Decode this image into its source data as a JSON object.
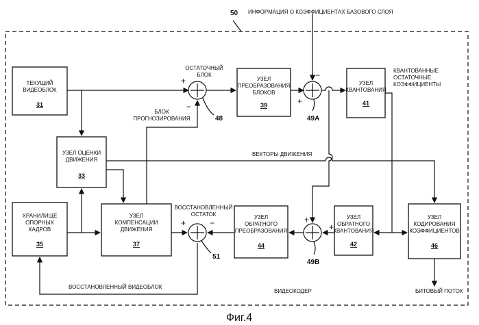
{
  "figure_number": "50",
  "caption": "Фиг.4",
  "encoder_label": "ВИДЕОКОДЕР",
  "blocks": {
    "current": {
      "lines": [
        "ТЕКУЩИЙ",
        "ВИДЕОБЛОК"
      ],
      "ref": "31"
    },
    "motion_est": {
      "lines": [
        "УЗЕЛ ОЦЕНКИ",
        "ДВИЖЕНИЯ"
      ],
      "ref": "33"
    },
    "ref_store": {
      "lines": [
        "ХРАНИЛИЩЕ",
        "ОПОРНЫХ",
        "КАДРОВ"
      ],
      "ref": "35"
    },
    "motion_comp": {
      "lines": [
        "УЗЕЛ",
        "КОМПЕНСАЦИИ",
        "ДВИЖЕНИЯ"
      ],
      "ref": "37"
    },
    "transform": {
      "lines": [
        "УЗЕЛ",
        "ПРЕОБРАЗОВАНИЯ",
        "БЛОКОВ"
      ],
      "ref": "39"
    },
    "quant": {
      "lines": [
        "УЗЕЛ",
        "КВАНТОВАНИЯ"
      ],
      "ref": "41"
    },
    "inv_quant": {
      "lines": [
        "УЗЕЛ",
        "ОБРАТНОГО",
        "КВАНТОВАНИЯ"
      ],
      "ref": "42"
    },
    "inv_transform": {
      "lines": [
        "УЗЕЛ",
        "ОБРАТНОГО",
        "ПРЕОБРАЗОВАНИЯ"
      ],
      "ref": "44"
    },
    "entropy": {
      "lines": [
        "УЗЕЛ",
        "КОДИРОВАНИЯ",
        "КОЭФФИЦИЕНТОВ"
      ],
      "ref": "46"
    }
  },
  "adders": {
    "a48": "48",
    "a49a": "49А",
    "a49b": "49В",
    "a51": "51"
  },
  "signs": {
    "plus": "+",
    "minus": "−"
  },
  "labels": {
    "base_layer": "ИНФОРМАЦИЯ О КОЭФФИЦИЕНТАХ БАЗОВОГО СЛОЯ",
    "residual": [
      "ОСТАТОЧНЫЙ",
      "БЛОК"
    ],
    "quantized": [
      "КВАНТОВАННЫЕ",
      "ОСТАТОЧНЫЕ",
      "КОЭФФИЦИЕНТЫ"
    ],
    "prediction": [
      "БЛОК",
      "ПРОГНОЗИРОВАНИЯ"
    ],
    "motion_vectors": "ВЕКТОРЫ ДВИЖЕНИЯ",
    "recon_residual": [
      "ВОССТАНОВЛЕННЫЙ",
      "ОСТАТОК"
    ],
    "recon_block": "ВОССТАНОВЛЕННЫЙ ВИДЕОБЛОК",
    "bitstream": "БИТОВЫЙ ПОТОК"
  }
}
